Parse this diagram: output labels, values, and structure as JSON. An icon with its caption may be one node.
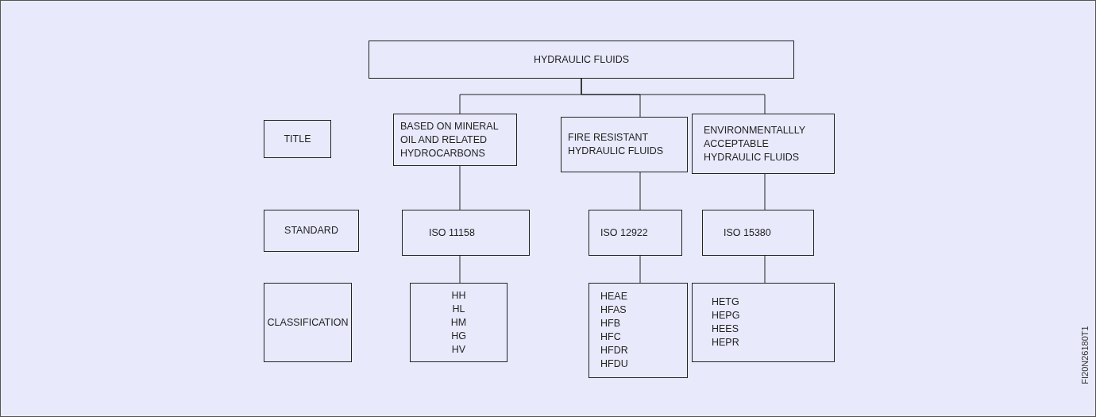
{
  "diagram": {
    "nodes": [
      {
        "text": [
          "HYDRAULIC FLUIDS"
        ]
      },
      {
        "text": [
          "TITLE"
        ]
      },
      {
        "text": [
          "BASED ON MINERAL OIL AND RELATED HYDROCARBONS"
        ]
      },
      {
        "text": [
          "FIRE RESISTANT HYDRAULIC FLUIDS"
        ]
      },
      {
        "text": [
          "ENVIRONMENTALLLY ACCEPTABLE HYDRAULIC FLUIDS"
        ]
      },
      {
        "text": [
          "STANDARD"
        ]
      },
      {
        "text": [
          "ISO 11158"
        ]
      },
      {
        "text": [
          "ISO 12922"
        ]
      },
      {
        "text": [
          "ISO 15380"
        ]
      },
      {
        "text": [
          "CLASSIFICATION"
        ]
      },
      {
        "text": [
          "HH",
          "HL",
          "HM",
          "HG",
          "HV"
        ]
      },
      {
        "text": [
          "HEAE",
          "HFAS",
          "HFB",
          "HFC",
          "HFDR",
          "HFDU"
        ]
      },
      {
        "text": [
          "HETG",
          "HEPG",
          "HEES",
          "HEPR"
        ]
      }
    ],
    "edges": [
      {
        "from": 0,
        "to": 2,
        "arrow": "none"
      },
      {
        "from": 0,
        "to": 3,
        "arrow": "none"
      },
      {
        "from": 0,
        "to": 4,
        "arrow": "none"
      },
      {
        "from": 2,
        "to": 6,
        "arrow": "none"
      },
      {
        "from": 3,
        "to": 7,
        "arrow": "none"
      },
      {
        "from": 4,
        "to": 8,
        "arrow": "none"
      },
      {
        "from": 6,
        "to": 10,
        "arrow": "none"
      },
      {
        "from": 7,
        "to": 11,
        "arrow": "none"
      },
      {
        "from": 8,
        "to": 12,
        "arrow": "none"
      }
    ],
    "labels": [
      "FI20N26180T1"
    ]
  }
}
